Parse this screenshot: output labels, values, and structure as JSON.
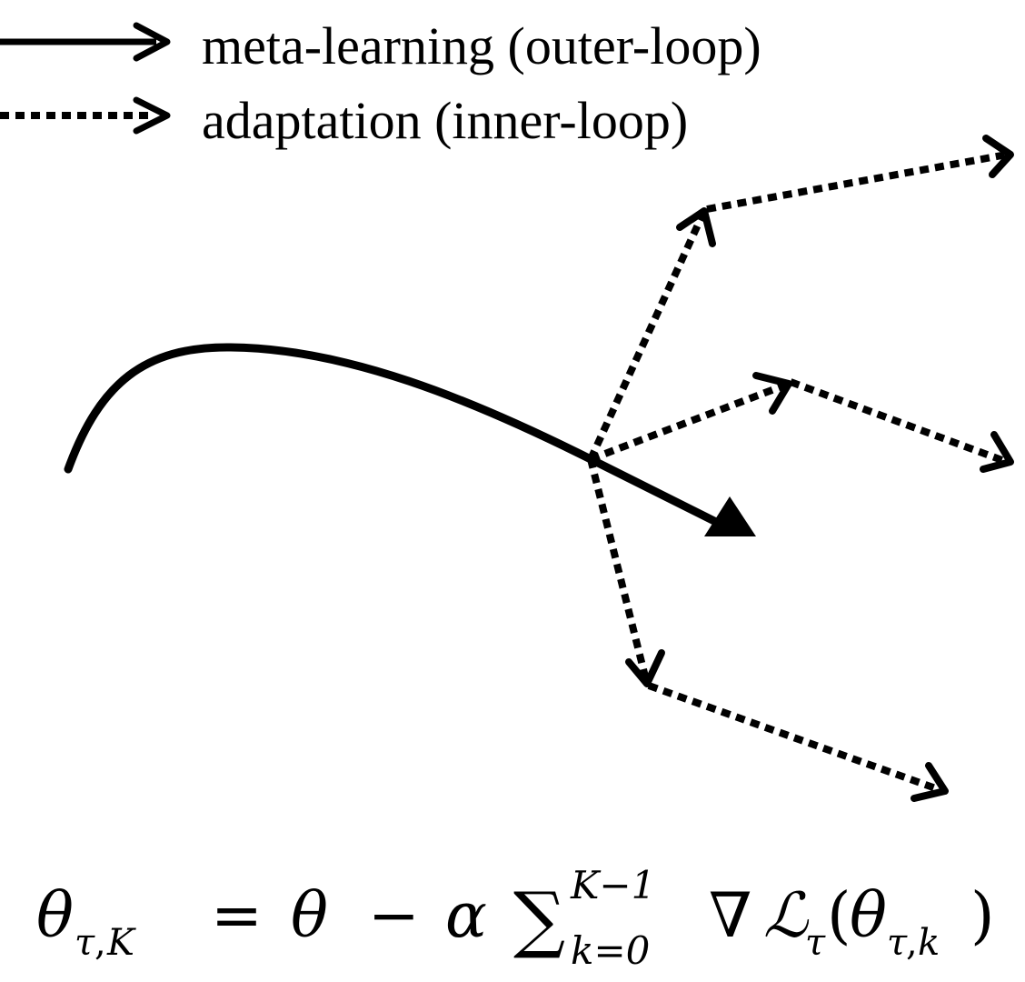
{
  "legend": {
    "solid_label": "meta-learning (outer-loop)",
    "dotted_label": "adaptation (inner-loop)"
  },
  "formula": {
    "theta": "θ",
    "tau": "τ",
    "comma": ",",
    "K": "K",
    "equals": "=",
    "minus": "−",
    "alpha": "α",
    "sum": "∑",
    "upper_limit": "K−1",
    "lower_limit": "k=0",
    "nabla": "∇",
    "loss": "ℒ",
    "open_paren": "(",
    "close_paren": ")",
    "k": "k"
  },
  "colors": {
    "stroke": "#000000",
    "background": "#ffffff"
  }
}
